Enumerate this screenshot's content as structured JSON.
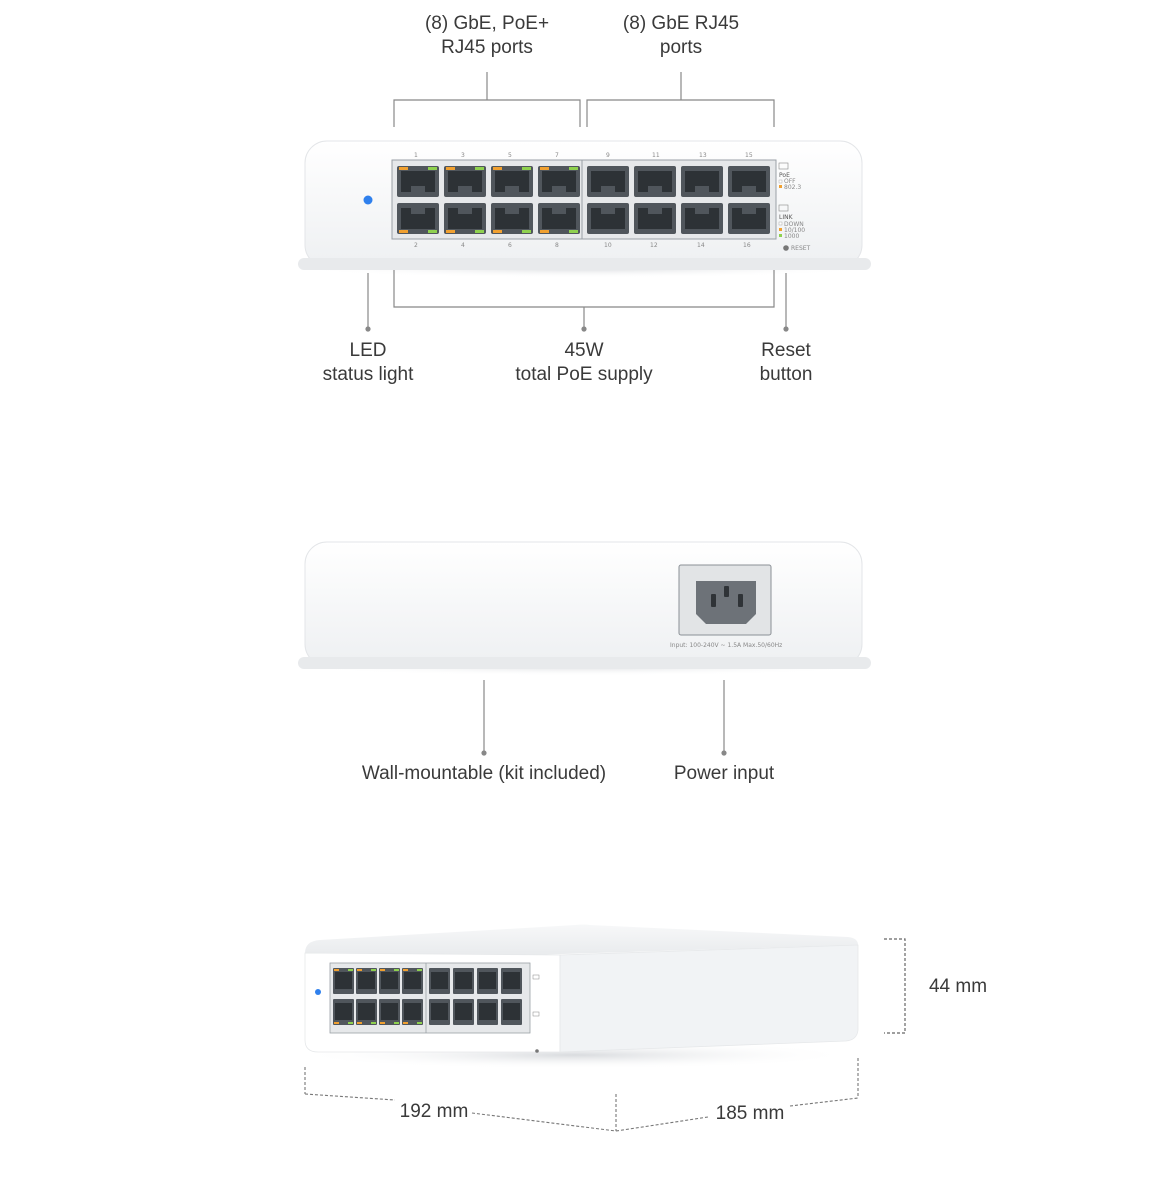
{
  "callouts": {
    "poe_ports": {
      "line1": "(8) GbE, PoE+",
      "line2": "RJ45 ports"
    },
    "rj45_ports": {
      "line1": "(8) GbE RJ45",
      "line2": "ports"
    },
    "led": {
      "line1": "LED",
      "line2": "status light"
    },
    "poe_supply": {
      "line1": "45W",
      "line2": "total PoE supply"
    },
    "reset": {
      "line1": "Reset",
      "line2": "button"
    },
    "wall_mount": "Wall-mountable (kit included)",
    "power_input": "Power input"
  },
  "dimensions": {
    "height": "44 mm",
    "width": "192 mm",
    "depth": "185 mm"
  },
  "device_front": {
    "top_port_numbers": [
      "1",
      "3",
      "5",
      "7",
      "9",
      "11",
      "13",
      "15"
    ],
    "bottom_port_numbers": [
      "2",
      "4",
      "6",
      "8",
      "10",
      "12",
      "14",
      "16"
    ],
    "poe_legend": {
      "title": "PoE",
      "off": "OFF",
      "on": "802.3"
    },
    "link_legend": {
      "title": "LINK",
      "down": "DOWN",
      "slow": "10/100",
      "fast": "1000"
    },
    "reset_label": "RESET"
  },
  "device_rear": {
    "input_rating": "Input: 100-240V ~ 1.5A Max.50/60Hz"
  },
  "colors": {
    "led_blue": "#2f80ed",
    "port_amber": "#f0a030",
    "port_green": "#8fd14f",
    "callout_line": "#777777"
  }
}
